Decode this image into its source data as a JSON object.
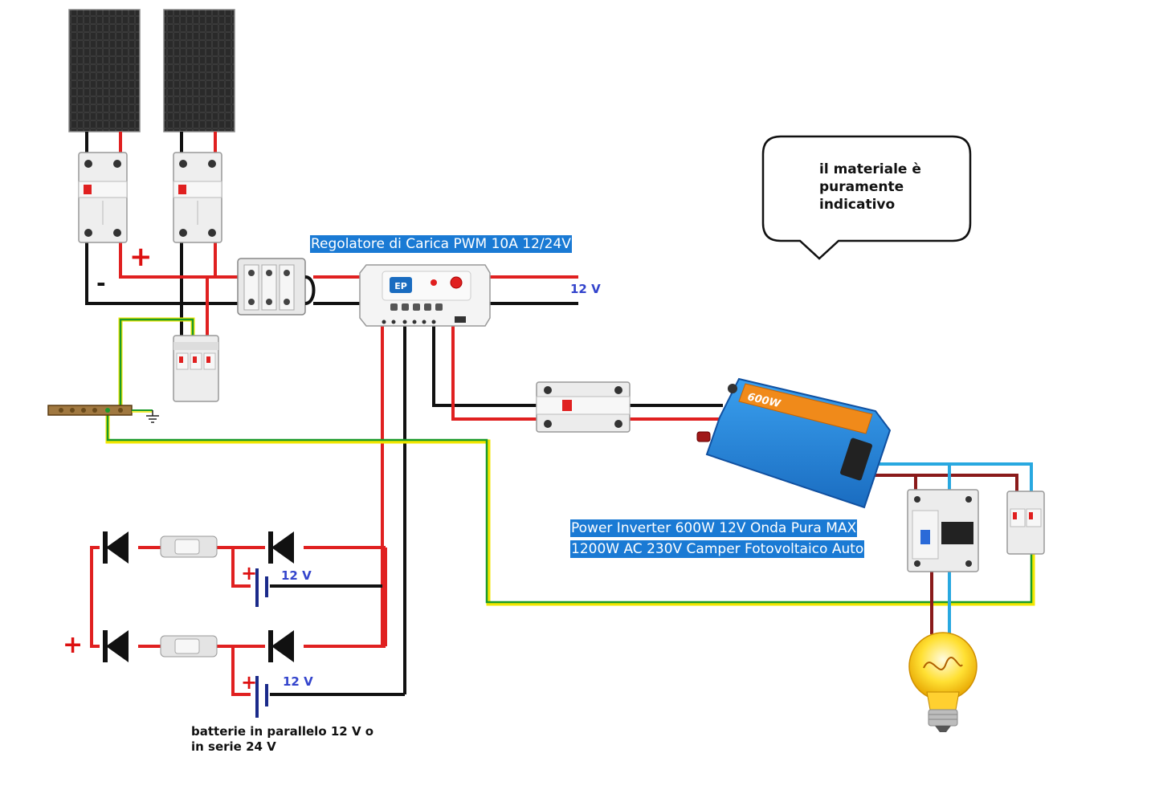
{
  "labels": {
    "regulator": "Regolatore di Carica PWM 10A 12/24V",
    "regulator_output_voltage": "12 V",
    "inverter_line1": "Power Inverter 600W 12V Onda Pura MAX",
    "inverter_line2": "1200W AC 230V Camper Fotovoltaico Auto",
    "battery_1_voltage": "12 V",
    "battery_2_voltage": "12 V",
    "battery_note_line1": "batterie in parallelo 12 V o",
    "battery_note_line2": "in serie 24 V",
    "callout_line1": "il materiale è",
    "callout_line2": "puramente",
    "callout_line3": "indicativo",
    "positive_sign": "+",
    "negative_sign": "-",
    "battery_bank_positive_sign": "+",
    "battery_1_positive_sign": "+",
    "battery_2_positive_sign": "+",
    "inverter_badge": "600W",
    "regulator_brand": "EP"
  },
  "colors": {
    "positive_wire": "#e02020",
    "negative_wire": "#111111",
    "earth_green": "#1a9a2a",
    "earth_yellow": "#f2e600",
    "neutral_blue": "#28a8e0",
    "phase_brown": "#8a1a1a",
    "panel_cell": "#1a1a1a",
    "highlight_label": "#1a7ad4",
    "inverter_body": "#2a8ad8"
  },
  "icons": [
    "solar-panel-icon",
    "breaker-icon",
    "surge-protector-icon",
    "charge-controller-icon",
    "inverter-icon",
    "diode-icon",
    "battery-icon",
    "light-bulb-icon",
    "ground-icon",
    "busbar-icon"
  ]
}
